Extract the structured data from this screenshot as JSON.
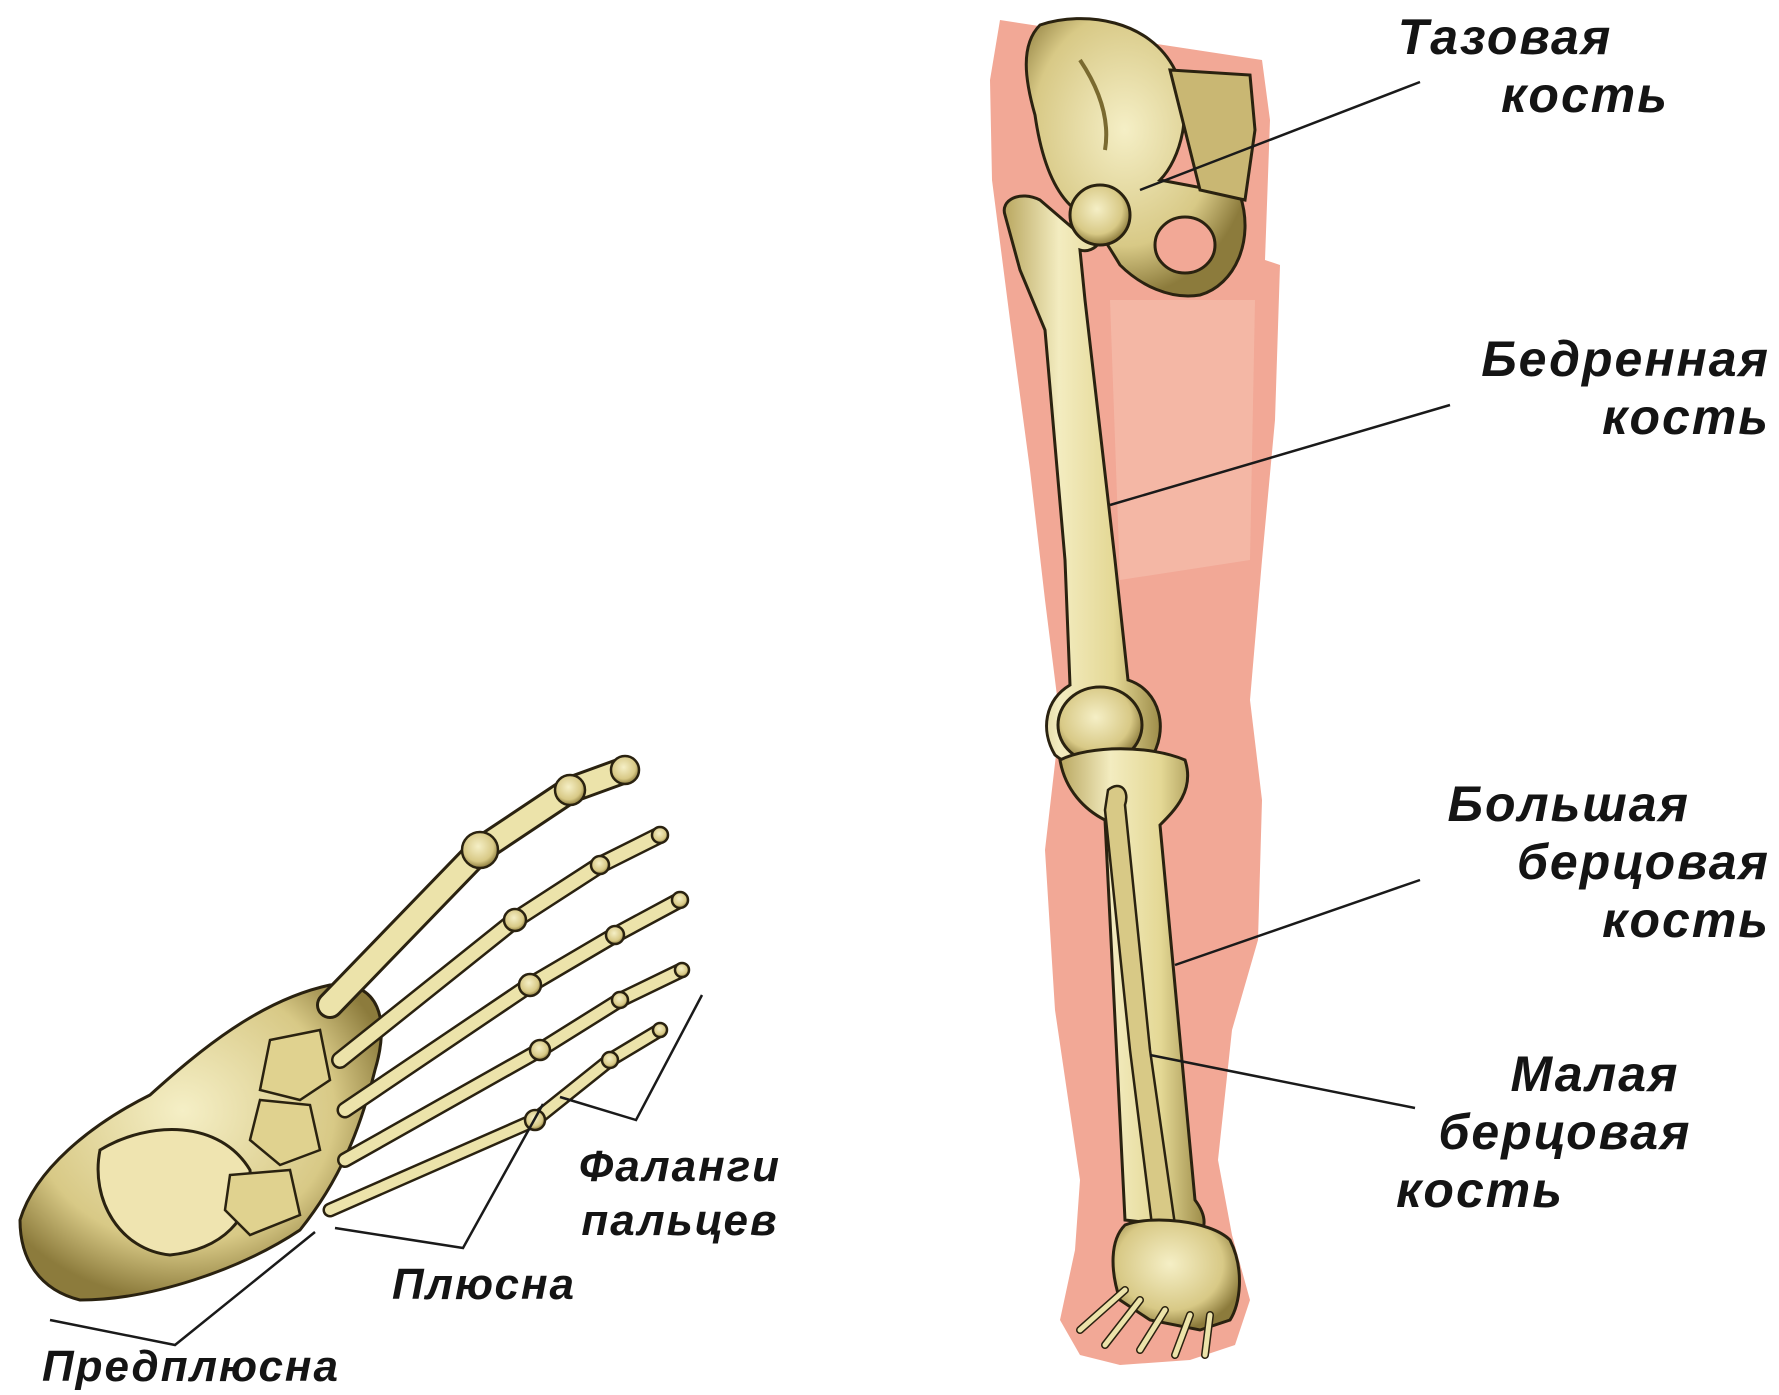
{
  "colors": {
    "background": "#ffffff",
    "skin": "#f2a896",
    "bone": "#ece3aa",
    "bone_shadow": "#8f7f3f",
    "outline": "#2a2210",
    "leader_line": "#1a1a1a"
  },
  "labels": {
    "pelvis": {
      "line1": "Тазовая",
      "line2": "кость"
    },
    "femur": {
      "line1": "Бедренная",
      "line2": "кость"
    },
    "tibia": {
      "line1": "Большая",
      "line2": "берцовая",
      "line3": "кость"
    },
    "fibula": {
      "line1": "Малая",
      "line2": "берцовая",
      "line3": "кость"
    },
    "phalanges": {
      "line1": "Фаланги",
      "line2": "пальцев"
    },
    "metatarsus": "Плюсна",
    "tarsus": "Предплюсна"
  },
  "icons": [
    "leg-skeleton-illustration",
    "foot-skeleton-illustration"
  ]
}
